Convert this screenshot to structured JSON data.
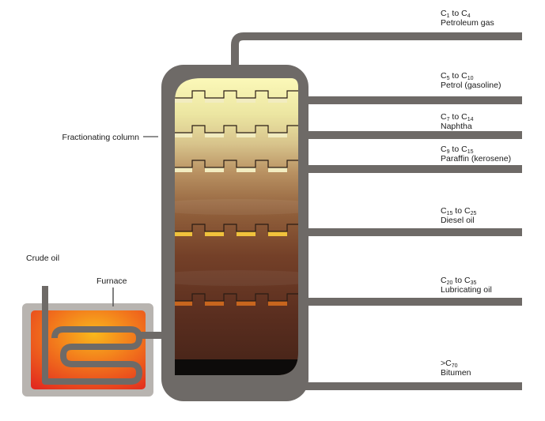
{
  "labels": {
    "fractionating_column": "Fractionating column",
    "crude_oil": "Crude oil",
    "furnace": "Furnace"
  },
  "fractions": [
    {
      "id": "petroleum-gas",
      "range_prefix": "C",
      "range_start": "1",
      "range_to": " to C",
      "range_end": "4",
      "name": "Petroleum gas"
    },
    {
      "id": "petrol",
      "range_prefix": "C",
      "range_start": "5",
      "range_to": " to C",
      "range_end": "10",
      "name": "Petrol (gasoline)"
    },
    {
      "id": "naphtha",
      "range_prefix": "C",
      "range_start": "7",
      "range_to": " to C",
      "range_end": "14",
      "name": "Naphtha"
    },
    {
      "id": "paraffin",
      "range_prefix": "C",
      "range_start": "9",
      "range_to": " to C",
      "range_end": "15",
      "name": "Paraffin (kerosene)"
    },
    {
      "id": "diesel",
      "range_prefix": "C",
      "range_start": "15",
      "range_to": " to C",
      "range_end": "25",
      "name": "Diesel oil"
    },
    {
      "id": "lubricating",
      "range_prefix": "C",
      "range_start": "20",
      "range_to": " to C",
      "range_end": "35",
      "name": "Lubricating oil"
    },
    {
      "id": "bitumen",
      "range_prefix": ">C",
      "range_start": "70",
      "range_to": "",
      "range_end": "",
      "name": "Bitumen"
    }
  ],
  "colors": {
    "pipe": "#6e6a67",
    "column_shell": "#6e6a67",
    "furnace_frame": "#b8b4b0",
    "furnace_hot": "#e8231f",
    "furnace_glow": "#f7a21b",
    "tray_top": "#f2ecc0",
    "tray_mid": "#f0c23c",
    "tray_low": "#c8661e",
    "bitumen": "#0d0b0a"
  }
}
